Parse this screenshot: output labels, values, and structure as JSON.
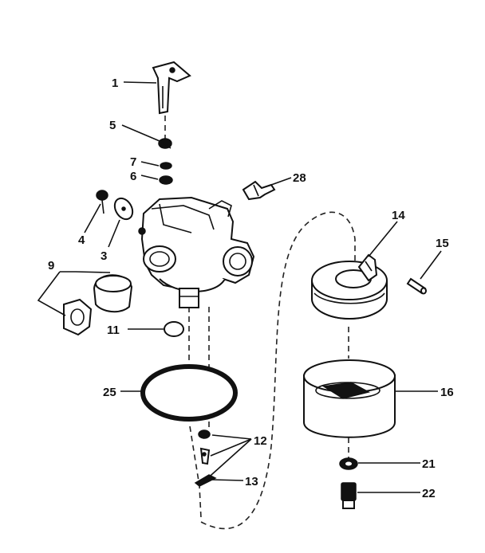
{
  "callouts": {
    "c1": "1",
    "c5": "5",
    "c7": "7",
    "c6": "6",
    "c28": "28",
    "c4": "4",
    "c3": "3",
    "c9": "9",
    "c11": "11",
    "c25": "25",
    "c12": "12",
    "c13": "13",
    "c14": "14",
    "c15": "15",
    "c16": "16",
    "c21": "21",
    "c22": "22"
  },
  "colors": {
    "ink": "#111111",
    "paper": "#ffffff"
  }
}
